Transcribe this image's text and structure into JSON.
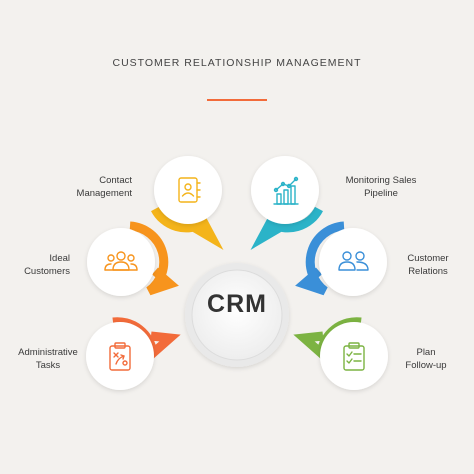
{
  "title": "CUSTOMER RELATIONSHIP MANAGEMENT",
  "center_label": "CRM",
  "accent_color": "#f26b3a",
  "nodes": [
    {
      "id": "contact",
      "line1": "Contact",
      "line2": "Management",
      "icon": "address-book-icon",
      "color": "#f4b41a"
    },
    {
      "id": "pipeline",
      "line1": "Monitoring Sales",
      "line2": "Pipeline",
      "icon": "bar-chart-icon",
      "color": "#2bb3c8"
    },
    {
      "id": "ideal",
      "line1": "Ideal",
      "line2": "Customers",
      "icon": "group-icon",
      "color": "#f7941d"
    },
    {
      "id": "relations",
      "line1": "Customer",
      "line2": "Relations",
      "icon": "users-icon",
      "color": "#3a8fd8"
    },
    {
      "id": "admin",
      "line1": "Administrative",
      "line2": "Tasks",
      "icon": "clipboard-strategy-icon",
      "color": "#f26b3a"
    },
    {
      "id": "followup",
      "line1": "Plan",
      "line2": "Follow-up",
      "icon": "checklist-icon",
      "color": "#7cb342"
    }
  ]
}
